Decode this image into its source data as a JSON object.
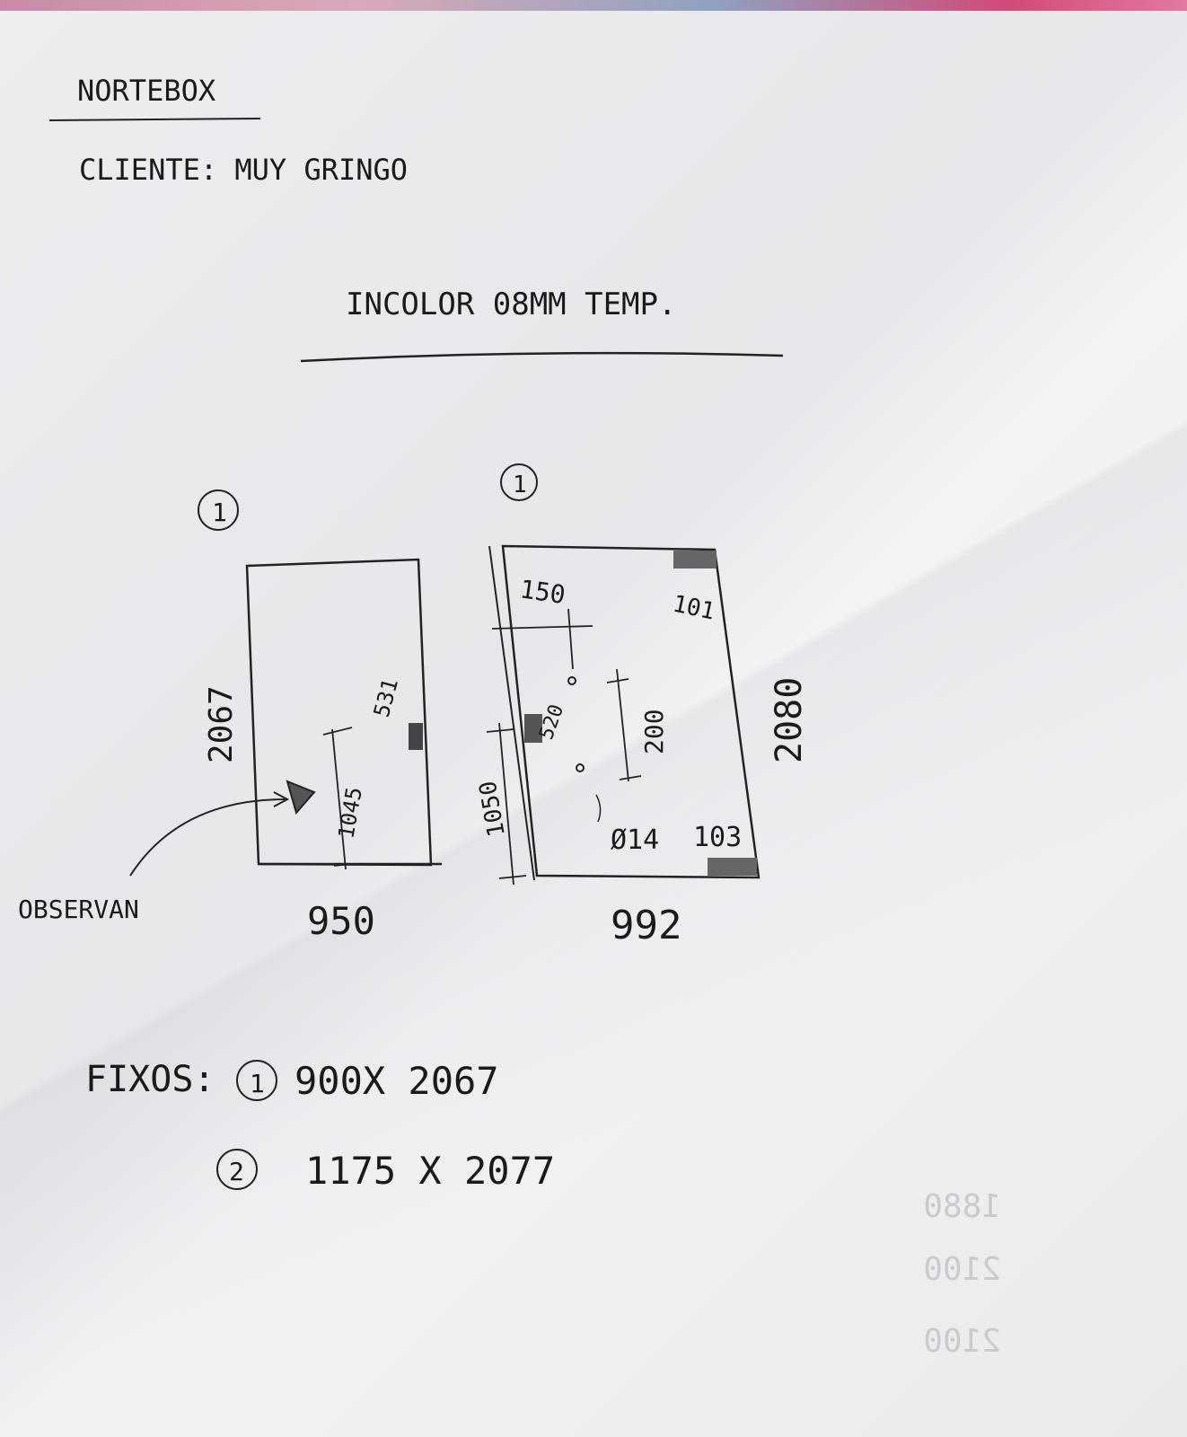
{
  "header": {
    "company": "NORTEBOX",
    "client": "CLIENTE: MUY GRINGO",
    "material": "INCOLOR 08MM TEMP."
  },
  "drawing_left": {
    "number": "1",
    "height": "2067",
    "width": "950",
    "dim_1045": "1045",
    "dim_531": "531",
    "note": "OBSERVAN"
  },
  "drawing_right": {
    "number": "1",
    "dim_150": "150",
    "dim_101": "101",
    "dim_200": "200",
    "dim_520": "520",
    "dim_1050": "1050",
    "dim_014": "Ø14",
    "dim_103": "103",
    "height": "2080",
    "width": "992"
  },
  "fixos": {
    "label": "FIXOS:",
    "items": [
      {
        "number": "1",
        "value": "900X 2067"
      },
      {
        "number": "2",
        "value": "1175 X 2077"
      }
    ]
  },
  "bleed_through": {
    "lines": [
      "1880",
      "2100",
      "2100"
    ]
  }
}
